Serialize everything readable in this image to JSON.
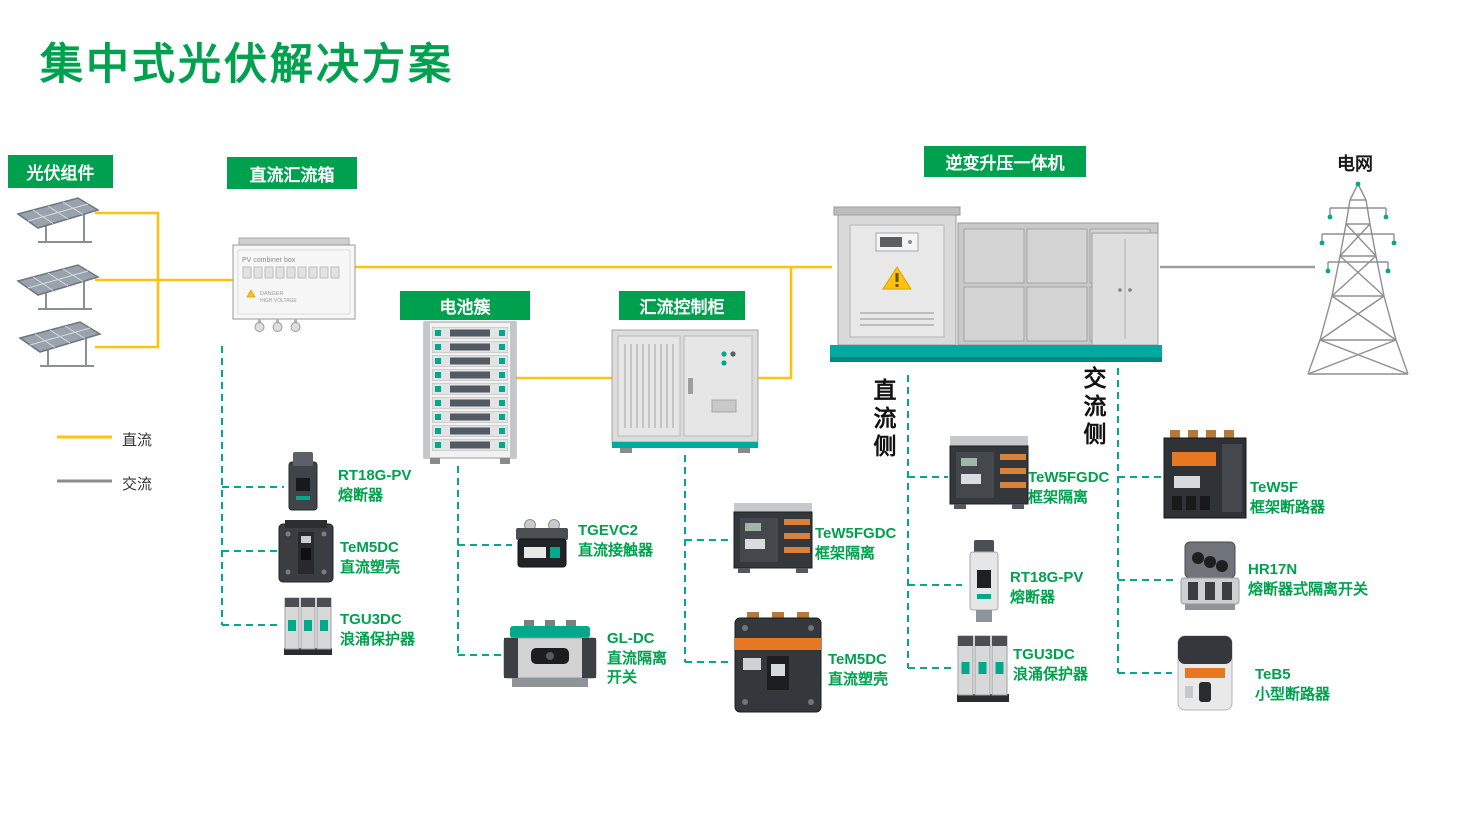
{
  "title": "集中式光伏解决方案",
  "colors": {
    "brand_green": "#00A14E",
    "dc_line_yellow": "#FFC20E",
    "ac_line_gray": "#8C8C8C",
    "connector_teal": "#00A98C",
    "accent_orange": "#E87722"
  },
  "section_labels": {
    "pv_modules": "光伏组件",
    "dc_combiner_box": "直流汇流箱",
    "battery_cluster": "电池簇",
    "combiner_control_cabinet": "汇流控制柜",
    "inverter_booster_unit": "逆变升压一体机",
    "power_grid": "电网"
  },
  "side_labels": {
    "dc_side": "直流侧",
    "ac_side": "交流侧"
  },
  "legend": {
    "dc": "直流",
    "ac": "交流"
  },
  "combiner_box_markings": {
    "caption": "PV combiner box",
    "warning_line1": "DANGER",
    "warning_line2": "HIGH VOLTAGE"
  },
  "products": [
    {
      "model": "RT18G-PV",
      "desc": "熔断器",
      "icon": "fuse-holder-icon"
    },
    {
      "model": "TeM5DC",
      "desc": "直流塑壳",
      "icon": "molded-case-breaker-icon"
    },
    {
      "model": "TGU3DC",
      "desc": "浪涌保护器",
      "icon": "surge-protector-icon"
    },
    {
      "model": "TGEVC2",
      "desc": "直流接触器",
      "icon": "dc-contactor-icon"
    },
    {
      "model": "GL-DC",
      "desc": "直流隔离开关",
      "icon": "dc-isolation-switch-icon"
    },
    {
      "model": "TeW5FGDC",
      "desc": "框架隔离",
      "icon": "frame-isolator-icon"
    },
    {
      "model": "TeM5DC",
      "desc": "直流塑壳",
      "icon": "molded-case-breaker-icon"
    },
    {
      "model": "TeW5FGDC",
      "desc": "框架隔离",
      "icon": "frame-isolator-icon"
    },
    {
      "model": "RT18G-PV",
      "desc": "熔断器",
      "icon": "fuse-holder-icon"
    },
    {
      "model": "TGU3DC",
      "desc": "浪涌保护器",
      "icon": "surge-protector-icon"
    },
    {
      "model": "TeW5F",
      "desc": "框架断路器",
      "icon": "frame-breaker-icon"
    },
    {
      "model": "HR17N",
      "desc": "熔断器式隔离开关",
      "icon": "fuse-isolation-switch-icon"
    },
    {
      "model": "TeB5",
      "desc": "小型断路器",
      "icon": "miniature-breaker-icon"
    }
  ]
}
